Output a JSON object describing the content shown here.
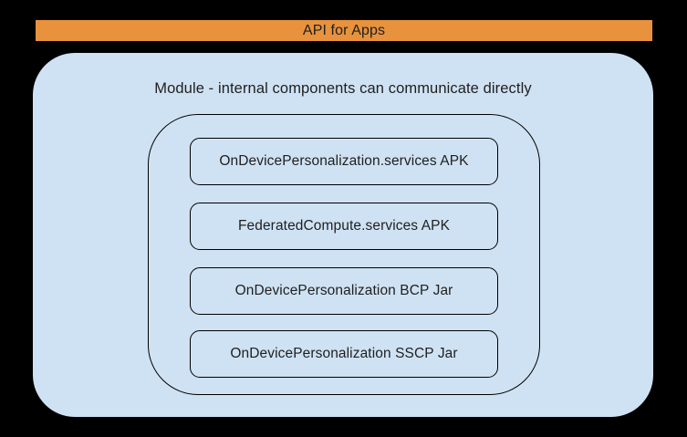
{
  "theme": {
    "background": "#000000",
    "banner_color": "#E8923D",
    "module_fill": "#CFE2F3",
    "border_color": "#000000",
    "text_color": "#1F1F1F"
  },
  "banner": {
    "label": "API for Apps"
  },
  "module": {
    "title": "Module - internal components can communicate directly",
    "components": [
      "OnDevicePersonalization.services APK",
      "FederatedCompute.services APK",
      "OnDevicePersonalization BCP Jar",
      "OnDevicePersonalization SSCP Jar"
    ]
  }
}
